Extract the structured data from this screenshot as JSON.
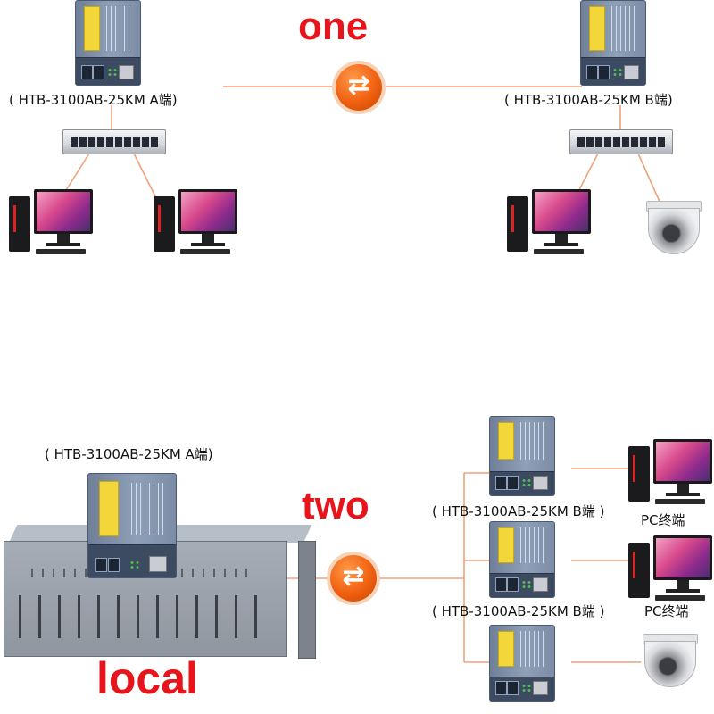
{
  "scenarios": {
    "one": "one",
    "two": "two",
    "local": "local"
  },
  "labels": {
    "one_a": "( HTB-3100AB-25KM A端)",
    "one_b": "( HTB-3100AB-25KM B端)",
    "two_a": "( HTB-3100AB-25KM A端)",
    "two_b1": "( HTB-3100AB-25KM B端 )",
    "two_b2": "( HTB-3100AB-25KM B端 )",
    "pc_end_1": "PC终端",
    "pc_end_2": "PC终端"
  },
  "icons": {
    "exchange": "⇄",
    "media_converter": "media-converter-icon",
    "switch": "ethernet-switch-icon",
    "pc": "desktop-pc-icon",
    "camera": "dome-camera-icon",
    "chassis": "rack-chassis-icon"
  },
  "colors": {
    "title_red": "#e8141b",
    "wire": "#f0a27a",
    "badge_orange": "#f06010"
  }
}
